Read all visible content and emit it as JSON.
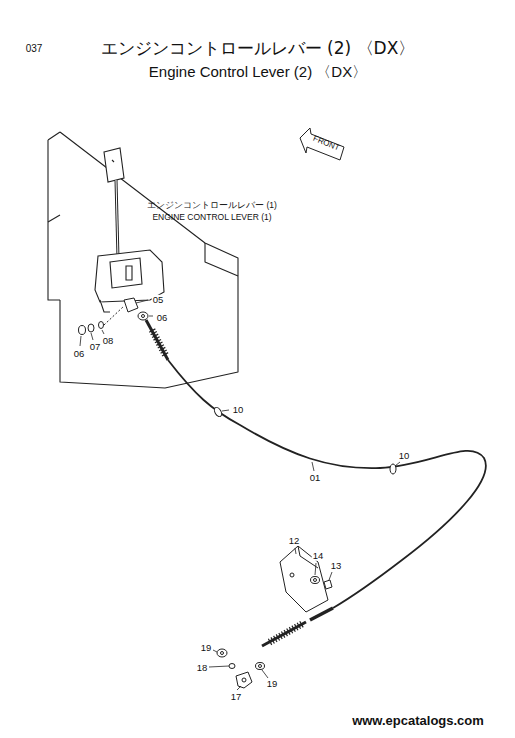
{
  "diagram": {
    "title": "エンジンコントロールレバー (2) 〈DX〉",
    "labels": [
      "037",
      "Engine Control Lever (2) 〈DX〉",
      "エンジンコントロールレバー (1)",
      "ENGINE CONTROL LEVER (1)",
      "FRONT",
      "05",
      "06",
      "06",
      "07",
      "08",
      "10",
      "01",
      "10",
      "12",
      "14",
      "13",
      "19",
      "18",
      "17",
      "19",
      "www.epcatalogs.com"
    ]
  }
}
